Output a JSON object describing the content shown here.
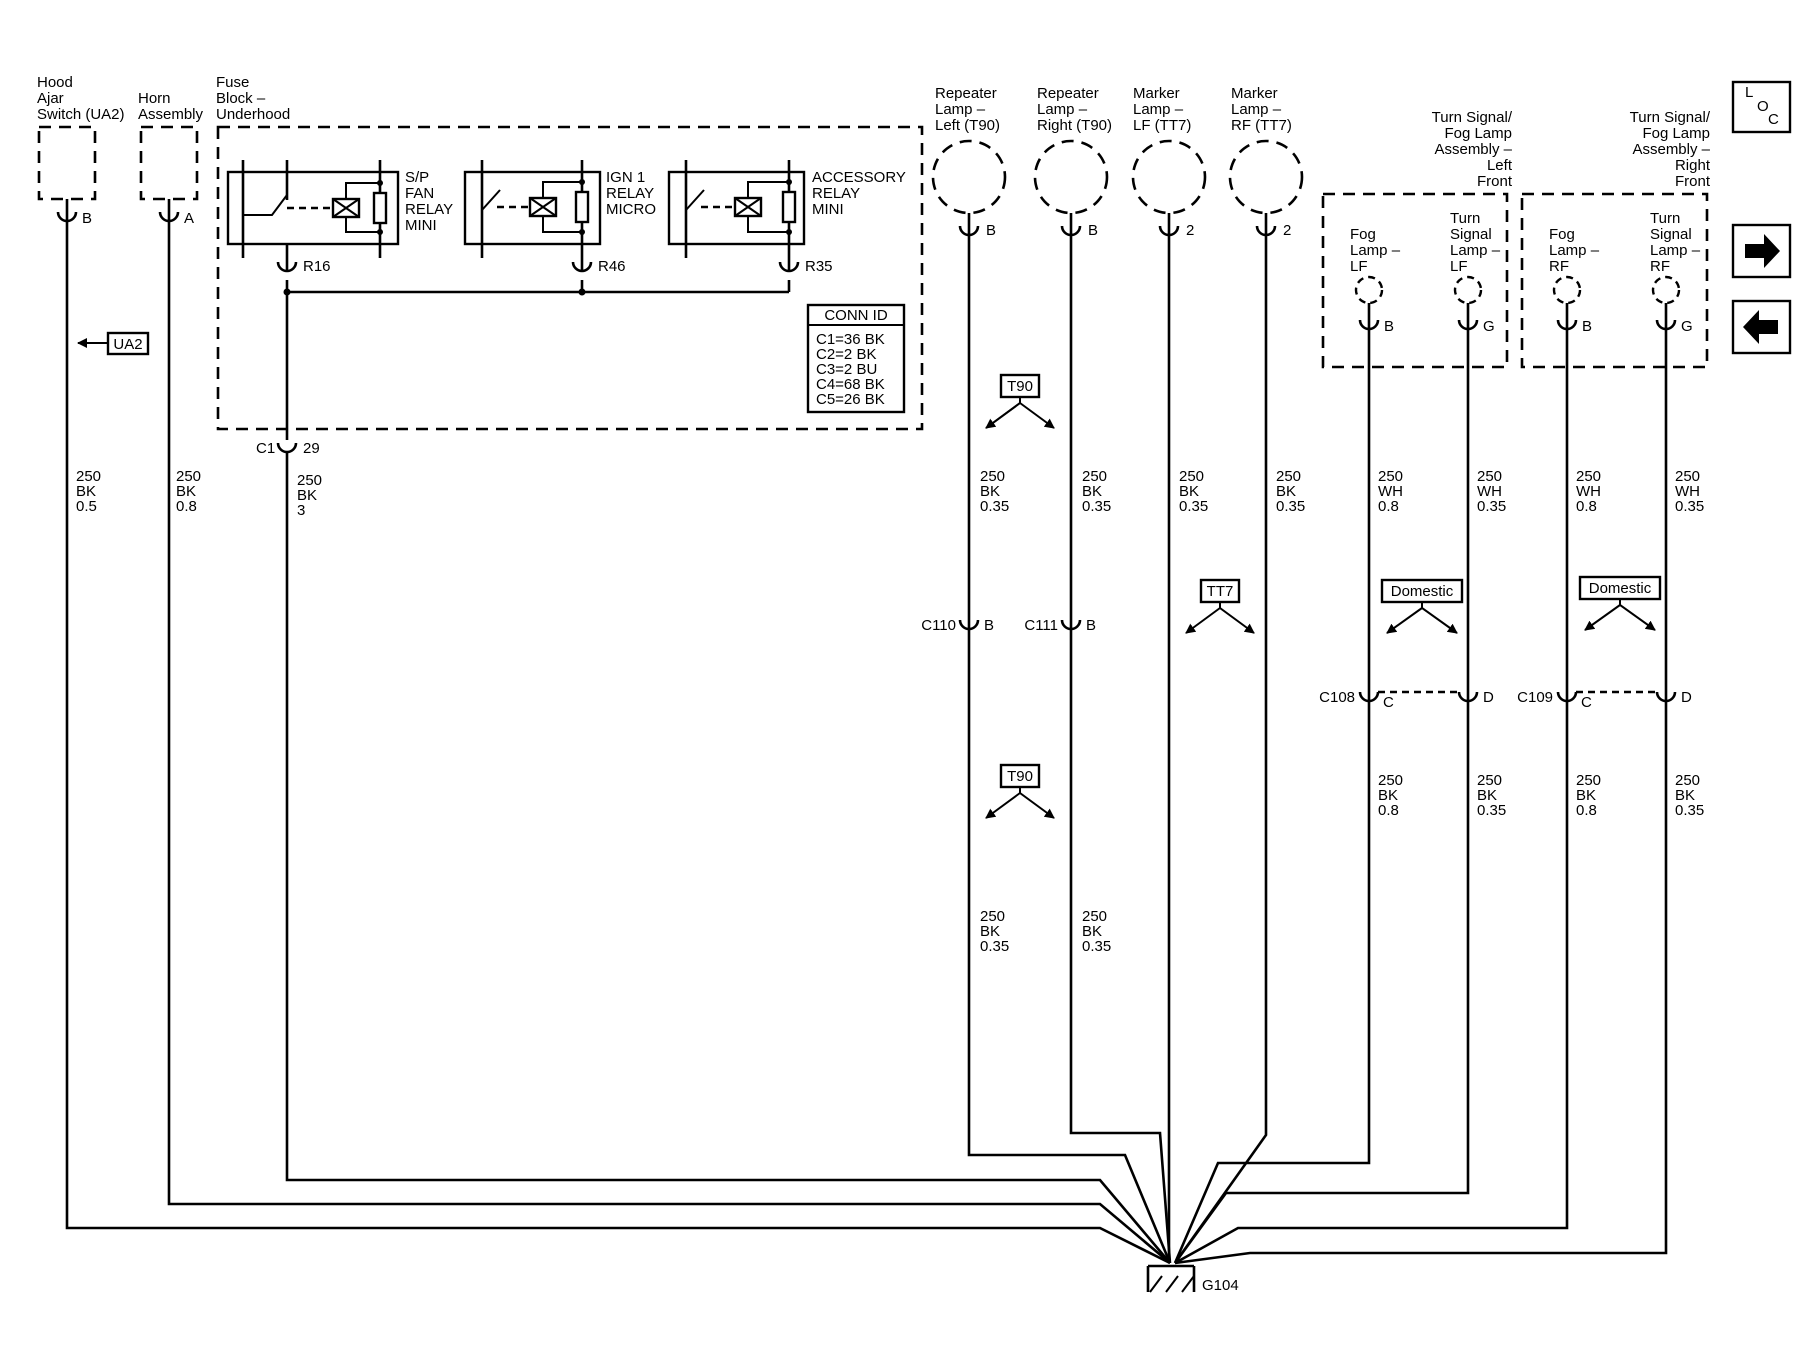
{
  "components": {
    "hood_ajar": [
      "Hood",
      "Ajar",
      "Switch (UA2)"
    ],
    "horn": [
      "Horn",
      "Assembly"
    ],
    "fuse_block": [
      "Fuse",
      "Block –",
      "Underhood"
    ],
    "repeater_left": [
      "Repeater",
      "Lamp –",
      "Left (T90)"
    ],
    "repeater_right": [
      "Repeater",
      "Lamp –",
      "Right (T90)"
    ],
    "marker_lf": [
      "Marker",
      "Lamp –",
      "LF (TT7)"
    ],
    "marker_rf": [
      "Marker",
      "Lamp –",
      "RF (TT7)"
    ],
    "turn_fog_left": [
      "Turn Signal/",
      "Fog Lamp",
      "Assembly –",
      "Left",
      "Front"
    ],
    "turn_fog_right": [
      "Turn Signal/",
      "Fog Lamp",
      "Assembly –",
      "Right",
      "Front"
    ],
    "fog_lf": [
      "Fog",
      "Lamp –",
      "LF"
    ],
    "turn_lf": [
      "Turn",
      "Signal",
      "Lamp –",
      "LF"
    ],
    "fog_rf": [
      "Fog",
      "Lamp –",
      "RF"
    ],
    "turn_rf": [
      "Turn",
      "Signal",
      "Lamp –",
      "RF"
    ]
  },
  "relays": {
    "sp_fan": [
      "S/P",
      "FAN",
      "RELAY",
      "MINI"
    ],
    "ign1": [
      "IGN 1",
      "RELAY",
      "MICRO"
    ],
    "accessory": [
      "ACCESSORY",
      "RELAY",
      "MINI"
    ]
  },
  "conn_id": {
    "title": "CONN ID",
    "rows": [
      "C1=36 BK",
      "C2=2 BK",
      "C3=2 BU",
      "C4=68 BK",
      "C5=26 BK"
    ]
  },
  "pins": {
    "hood": "B",
    "horn": "A",
    "r16": "R16",
    "r46": "R46",
    "r35": "R35",
    "c1": "C1",
    "c1_pin": "29",
    "rep_l": "B",
    "rep_r": "B",
    "mk_lf": "2",
    "mk_rf": "2",
    "fog_lf": "B",
    "turn_lf": "G",
    "fog_rf": "B",
    "turn_rf": "G",
    "c110": "C110",
    "c110_pin": "B",
    "c111": "C111",
    "c111_pin": "B",
    "c108": "C108",
    "c108_c": "C",
    "c108_d": "D",
    "c109": "C109",
    "c109_c": "C",
    "c109_d": "D"
  },
  "wires": {
    "hood": [
      "250",
      "BK",
      "0.5"
    ],
    "horn": [
      "250",
      "BK",
      "0.8"
    ],
    "fuse": [
      "250",
      "BK",
      "3"
    ],
    "rep_l_top": [
      "250",
      "BK",
      "0.35"
    ],
    "rep_r_top": [
      "250",
      "BK",
      "0.35"
    ],
    "mk_lf": [
      "250",
      "BK",
      "0.35"
    ],
    "mk_rf": [
      "250",
      "BK",
      "0.35"
    ],
    "fog_lf_top": [
      "250",
      "WH",
      "0.8"
    ],
    "turn_lf_top": [
      "250",
      "WH",
      "0.35"
    ],
    "fog_rf_top": [
      "250",
      "WH",
      "0.8"
    ],
    "turn_rf_top": [
      "250",
      "WH",
      "0.35"
    ],
    "rep_l_bot": [
      "250",
      "BK",
      "0.35"
    ],
    "rep_r_bot": [
      "250",
      "BK",
      "0.35"
    ],
    "fog_lf_bot": [
      "250",
      "BK",
      "0.8"
    ],
    "turn_lf_bot": [
      "250",
      "BK",
      "0.35"
    ],
    "fog_rf_bot": [
      "250",
      "BK",
      "0.8"
    ],
    "turn_rf_bot": [
      "250",
      "BK",
      "0.35"
    ]
  },
  "options": {
    "t90_a": "T90",
    "t90_b": "T90",
    "tt7": "TT7",
    "domestic_a": "Domestic",
    "domestic_b": "Domestic",
    "ua2": "UA2"
  },
  "ground": "G104",
  "loc": [
    "L",
    "O",
    "C"
  ]
}
